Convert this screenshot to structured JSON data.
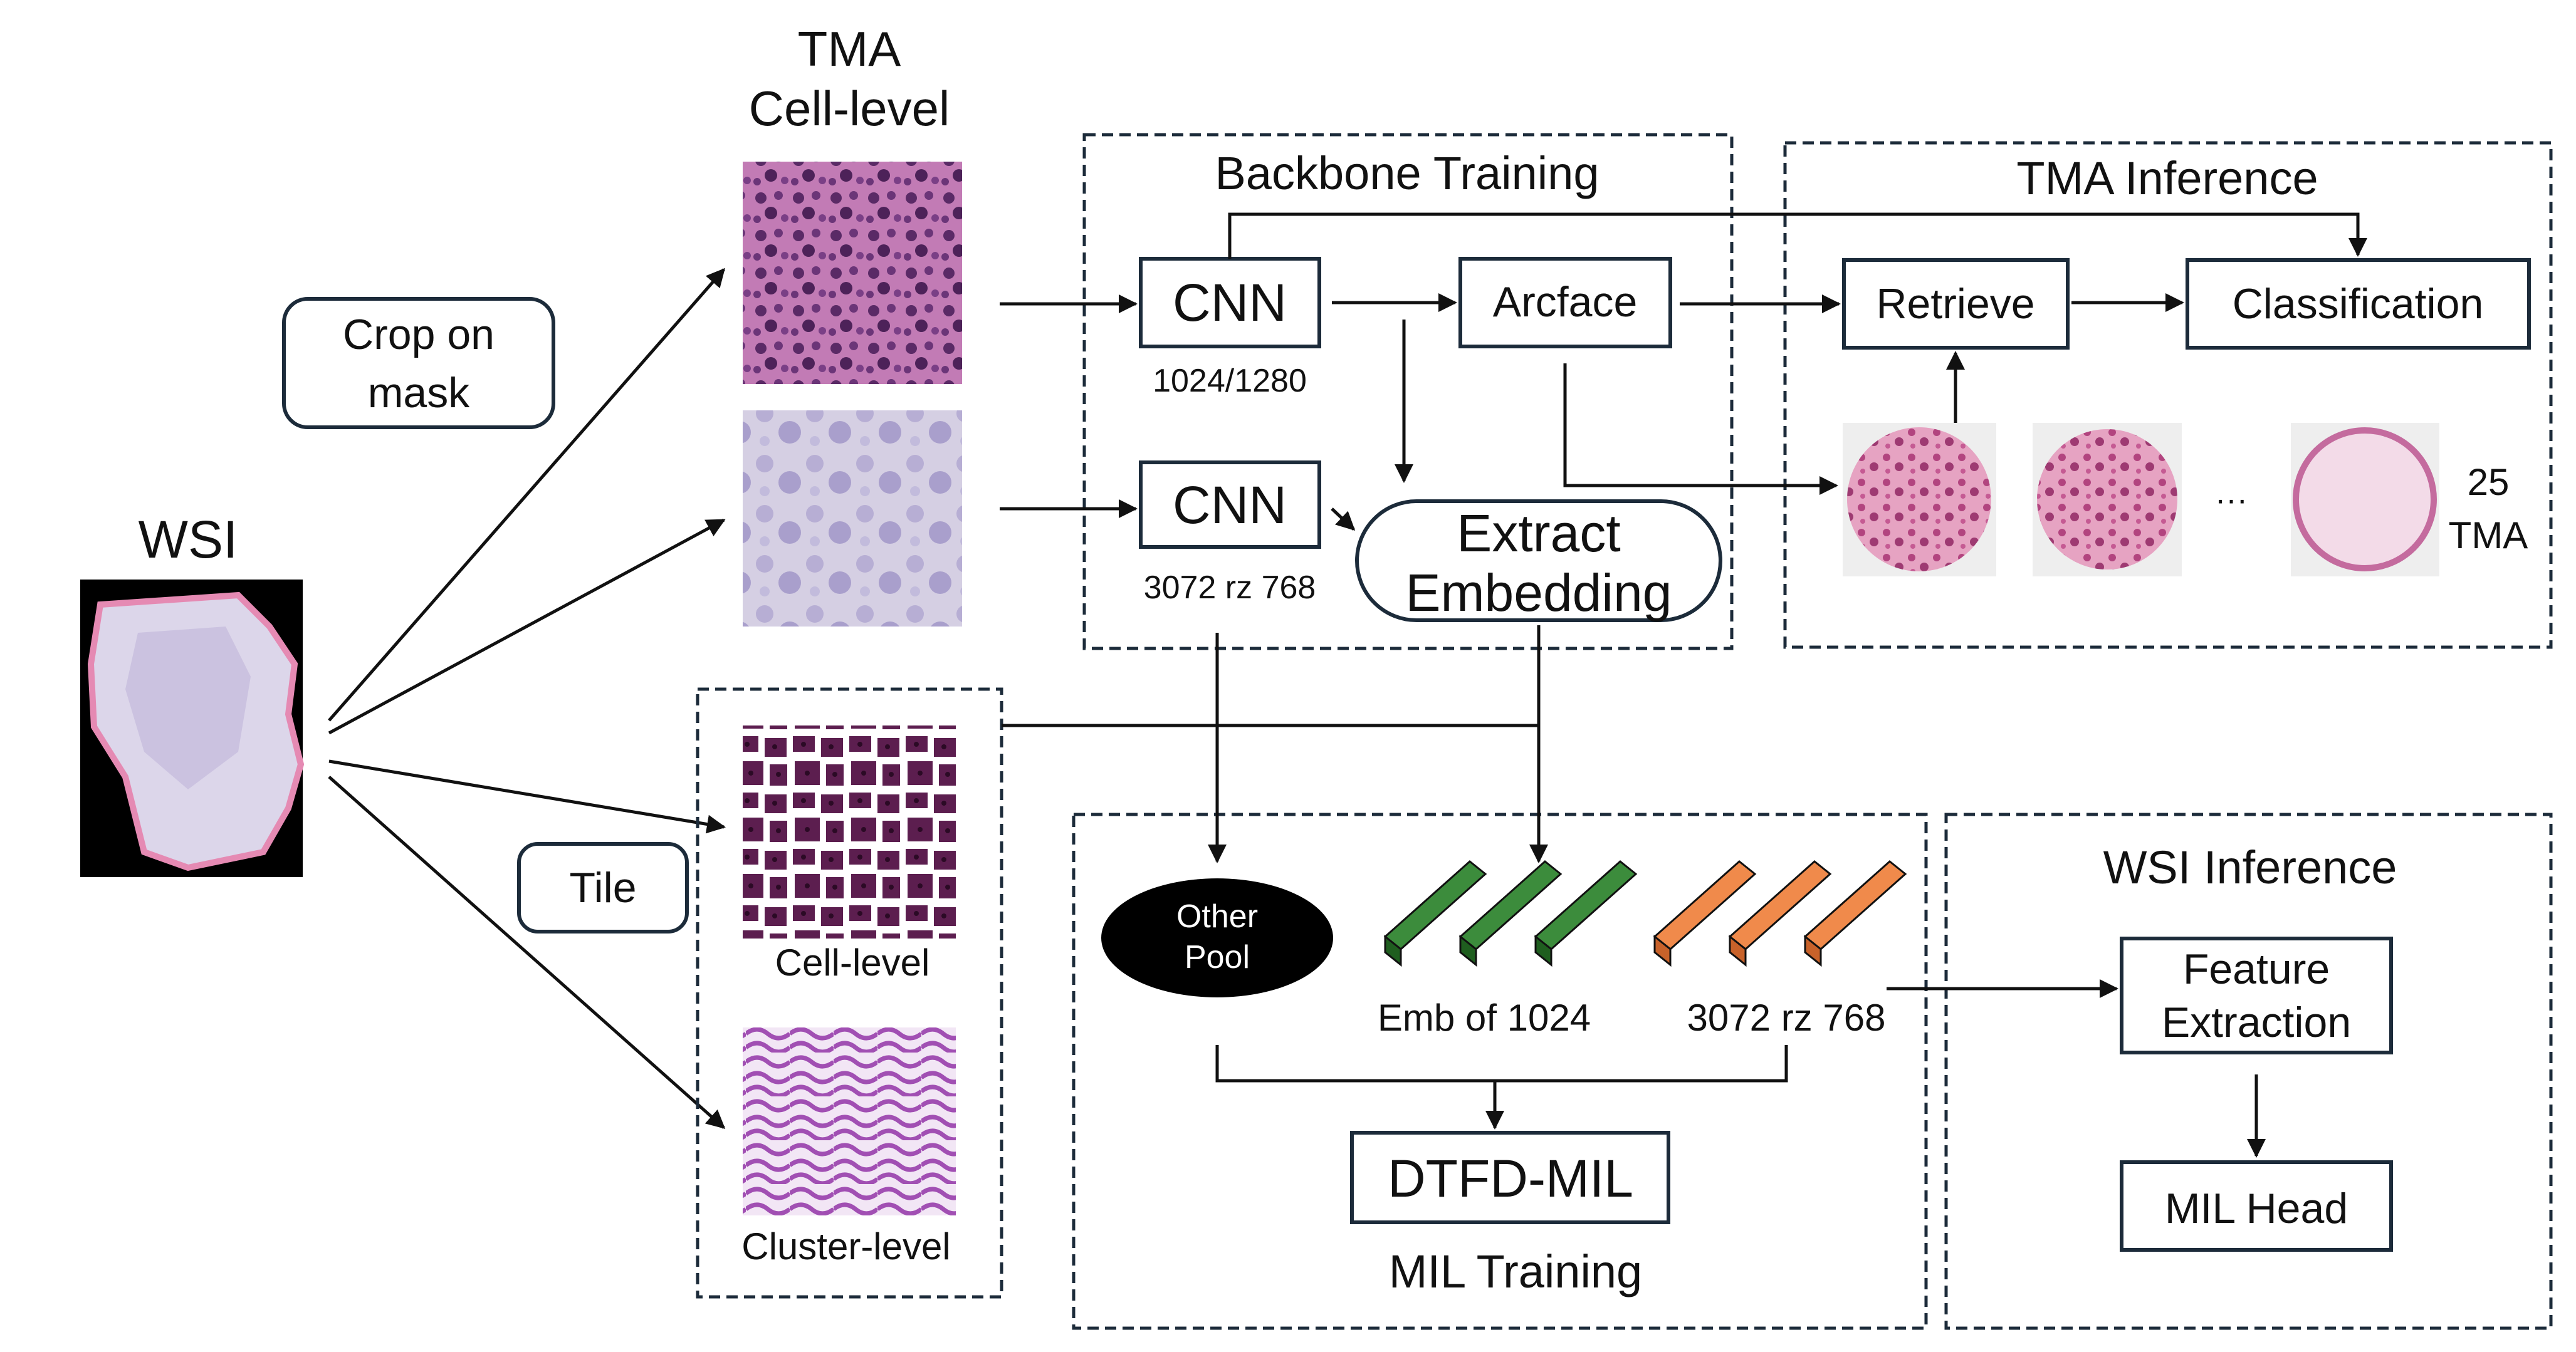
{
  "left": {
    "wsi_label": "WSI",
    "crop_label_1": "Crop on",
    "crop_label_2": "mask",
    "tile_label": "Tile"
  },
  "tma_column": {
    "title_1": "TMA",
    "title_2": "Cell-level"
  },
  "wsi_column": {
    "cell_level": "Cell-level",
    "cluster_level": "Cluster-level"
  },
  "backbone_training": {
    "title": "Backbone Training",
    "cnn_top": "CNN",
    "cnn_top_dim": "1024/1280",
    "arcface": "Arcface",
    "cnn_bottom": "CNN",
    "cnn_bottom_dim": "3072 rz 768",
    "extract_1": "Extract",
    "extract_2": "Embedding"
  },
  "tma_inference": {
    "title": "TMA Inference",
    "retrieve": "Retrieve",
    "classification": "Classification",
    "ellipsis": "···",
    "count_1": "25",
    "count_2": "TMA"
  },
  "mil_training": {
    "title": "MIL Training",
    "pool_1": "Other",
    "pool_2": "Pool",
    "emb_green": "Emb of 1024",
    "emb_orange": "3072 rz 768",
    "dtfd": "DTFD-MIL"
  },
  "wsi_inference": {
    "title": "WSI Inference",
    "feature_1": "Feature",
    "feature_2": "Extraction",
    "mil_head": "MIL Head"
  },
  "colors": {
    "frame": "#1c2b3a",
    "emb_green": "#2e7d32",
    "emb_orange": "#f08a4b",
    "pool_fill": "#000000",
    "he_pink": "#d98cc4",
    "he_purple": "#6b2a5c"
  }
}
